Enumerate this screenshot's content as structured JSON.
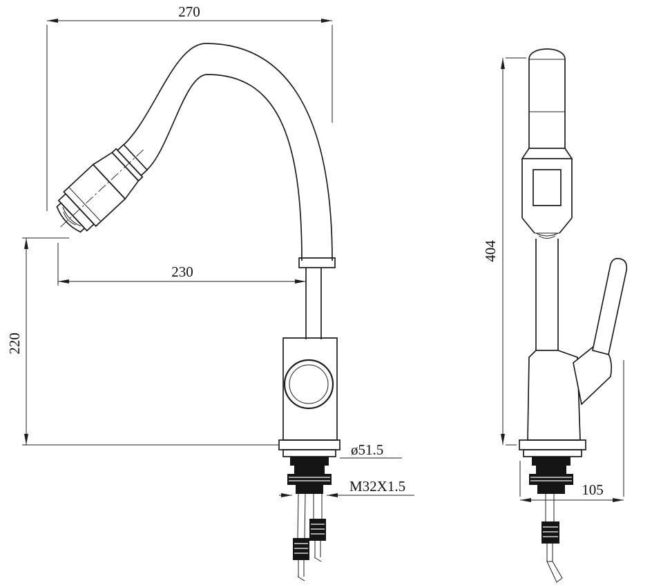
{
  "drawing": {
    "kind": "faucet-technical-drawing",
    "subject": "pull-down kitchen faucet, two orthographic views",
    "front_view": {
      "top_width": "270",
      "spout_reach": "230",
      "spout_height": "220",
      "hole_diameter": "ø51.5",
      "thread_spec": "M32X1.5"
    },
    "side_view": {
      "total_height": "404",
      "base_offset": "105"
    },
    "colors": {
      "line": "#1c1c1c",
      "background": "#ffffff",
      "hardware_fill": "#141414"
    }
  }
}
